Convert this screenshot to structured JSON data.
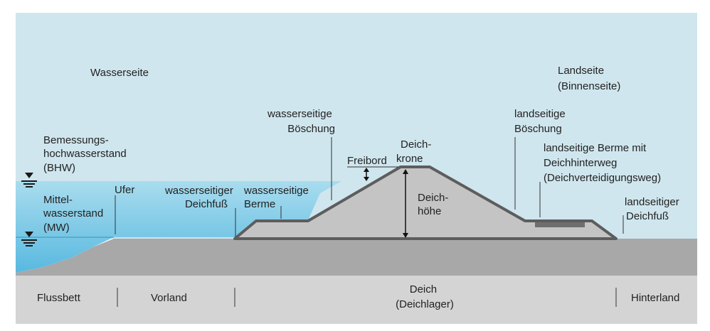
{
  "colors": {
    "sky": "#cfe6ee",
    "water_light": "#a9dcee",
    "water_dark": "#58b9e0",
    "ground": "#a8a8a8",
    "dike": "#c4c4c4",
    "dike_outline": "#5d5d5d",
    "bottom_band": "#d4d4d4",
    "text": "#222222"
  },
  "icons": [
    "water-level-triangle-icon",
    "water-level-triangle-icon"
  ],
  "labels": {
    "wasserseite": "Wasserseite",
    "landseite": [
      "Landseite",
      "(Binnenseite)"
    ],
    "bhw": [
      "Bemessungs-",
      "hochwasserstand",
      "(BHW)"
    ],
    "mw": [
      "Mittel-",
      "wasserstand",
      "(MW)"
    ],
    "ufer": "Ufer",
    "wasserseitiger_deichfuss": [
      "wasserseitiger",
      "Deichfuß"
    ],
    "wasserseitige_berme": [
      "wasserseitige",
      "Berme"
    ],
    "wasserseitige_boeschung": [
      "wasserseitige",
      "Böschung"
    ],
    "freibord": "Freibord",
    "deichkrone": [
      "Deich-",
      "krone"
    ],
    "deichhoehe": [
      "Deich-",
      "höhe"
    ],
    "landseitige_boeschung": [
      "landseitige",
      "Böschung"
    ],
    "landseitige_berme": [
      "landseitige Berme mit",
      "Deichhinterweg",
      "(Deichverteidigungsweg)"
    ],
    "landseitiger_deichfuss": [
      "landseitiger",
      "Deichfuß"
    ]
  },
  "zones": {
    "flussbett": "Flussbett",
    "vorland": "Vorland",
    "deich": [
      "Deich",
      "(Deichlager)"
    ],
    "hinterland": "Hinterland"
  }
}
